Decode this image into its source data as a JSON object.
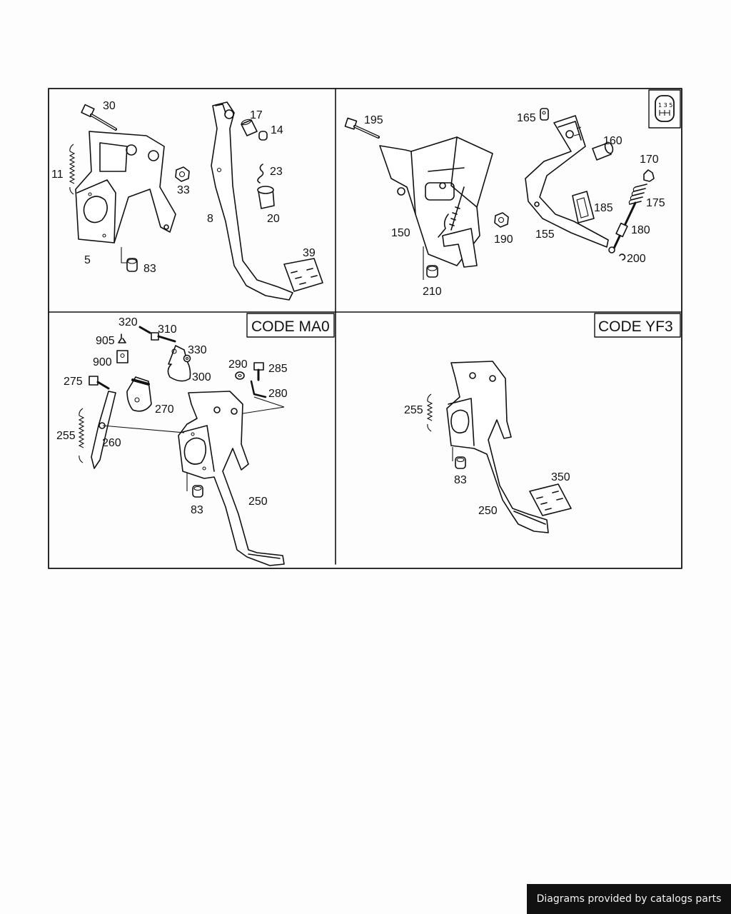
{
  "codes": {
    "ma0": "CODE MA0",
    "yf3": "CODE YF3"
  },
  "gear_symbol": "1 3 5",
  "callouts": {
    "p30": "30",
    "p11": "11",
    "p33": "33",
    "p5": "5",
    "p83a": "83",
    "p17": "17",
    "p14": "14",
    "p23": "23",
    "p8": "8",
    "p20": "20",
    "p39": "39",
    "p195": "195",
    "p165": "165",
    "p160": "160",
    "p170": "170",
    "p175": "175",
    "p185": "185",
    "p180": "180",
    "p150": "150",
    "p190": "190",
    "p155": "155",
    "p200": "200",
    "p210": "210",
    "p320": "320",
    "p310": "310",
    "p905": "905",
    "p330": "330",
    "p900": "900",
    "p275": "275",
    "p300": "300",
    "p290": "290",
    "p285": "285",
    "p280": "280",
    "p270": "270",
    "p255a": "255",
    "p260": "260",
    "p83b": "83",
    "p250a": "250",
    "p255b": "255",
    "p83c": "83",
    "p350": "350",
    "p250b": "250"
  },
  "footer": {
    "text": "Diagrams provided by catalogs parts"
  }
}
